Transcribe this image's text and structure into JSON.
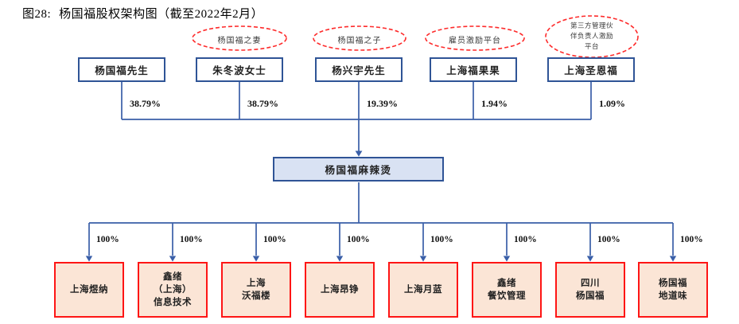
{
  "figure": {
    "number": "图28:",
    "caption": "杨国福股权架构图（截至2022年2月）"
  },
  "shareholders": [
    {
      "name": "杨国福先生",
      "ownership": "38.79%",
      "role_tag": ""
    },
    {
      "name": "朱冬波女士",
      "ownership": "38.79%",
      "role_tag": "杨国福之妻"
    },
    {
      "name": "杨兴宇先生",
      "ownership": "19.39%",
      "role_tag": "杨国福之子"
    },
    {
      "name": "上海福果果",
      "ownership": "1.94%",
      "role_tag": "雇员激励平台"
    },
    {
      "name": "上海圣恩福",
      "ownership": "1.09%",
      "role_tag": "第三方管理伙伴负责人激励平台"
    }
  ],
  "company": {
    "name": "杨国福麻辣烫"
  },
  "subsidiaries": [
    {
      "name": "上海煜纳",
      "ownership": "100%"
    },
    {
      "name": "鑫绪\n（上海）\n信息技术",
      "ownership": "100%"
    },
    {
      "name": "上海\n沃福楼",
      "ownership": "100%"
    },
    {
      "name": "上海昂铮",
      "ownership": "100%"
    },
    {
      "name": "上海月蓝",
      "ownership": "100%"
    },
    {
      "name": "鑫绪\n餐饮管理",
      "ownership": "100%"
    },
    {
      "name": "四川\n杨国福",
      "ownership": "100%"
    },
    {
      "name": "杨国福\n地道味",
      "ownership": "100%"
    }
  ],
  "colors": {
    "connector_blue": "#3a5fa8",
    "box_border_blue": "#2f5496",
    "company_fill_blue": "#d9e2f3",
    "subsidiary_border_red": "#fe1515",
    "subsidiary_fill_peach": "#fbe5d6",
    "role_ellipse_red": "#fe2b2b"
  }
}
